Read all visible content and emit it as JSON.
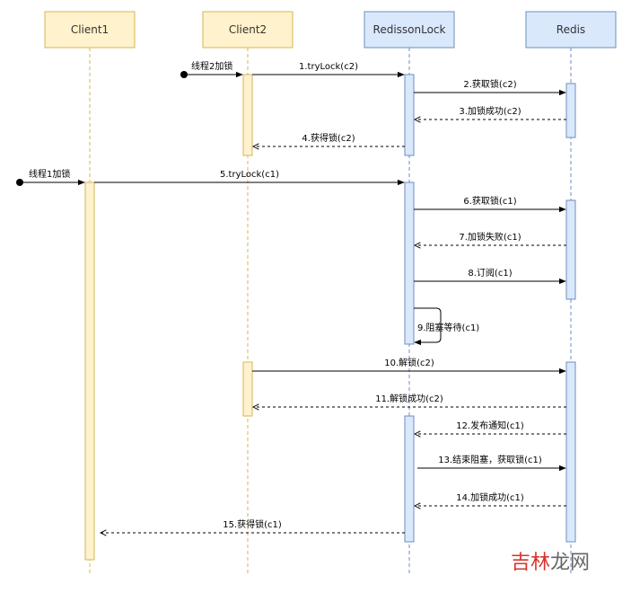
{
  "participants": {
    "client1": "Client1",
    "client2": "Client2",
    "redisson": "RedissonLock",
    "redis": "Redis"
  },
  "starts": {
    "thread2": "线程2加锁",
    "thread1": "线程1加锁"
  },
  "messages": {
    "m1": "1.tryLock(c2)",
    "m2": "2.获取锁(c2)",
    "m3": "3.加锁成功(c2)",
    "m4": "4.获得锁(c2)",
    "m5": "5.tryLock(c1)",
    "m6": "6.获取锁(c1)",
    "m7": "7.加锁失败(c1)",
    "m8": "8.订阅(c1)",
    "m9": "9.阻塞等待(c1)",
    "m10": "10.解锁(c2)",
    "m11": "11.解锁成功(c2)",
    "m12": "12.发布通知(c1)",
    "m13": "13.结束阻塞，获取锁(c1)",
    "m14": "14.加锁成功(c1)",
    "m15": "15.获得锁(c1)"
  },
  "watermark": {
    "part1": "吉林",
    "part2": "龙网"
  },
  "colors": {
    "client_fill": "#fff2cc",
    "client_stroke": "#d6b656",
    "server_fill": "#dae8fc",
    "server_stroke": "#6c8ebf",
    "watermark_red": "#d9332b",
    "watermark_gray": "#666666"
  }
}
